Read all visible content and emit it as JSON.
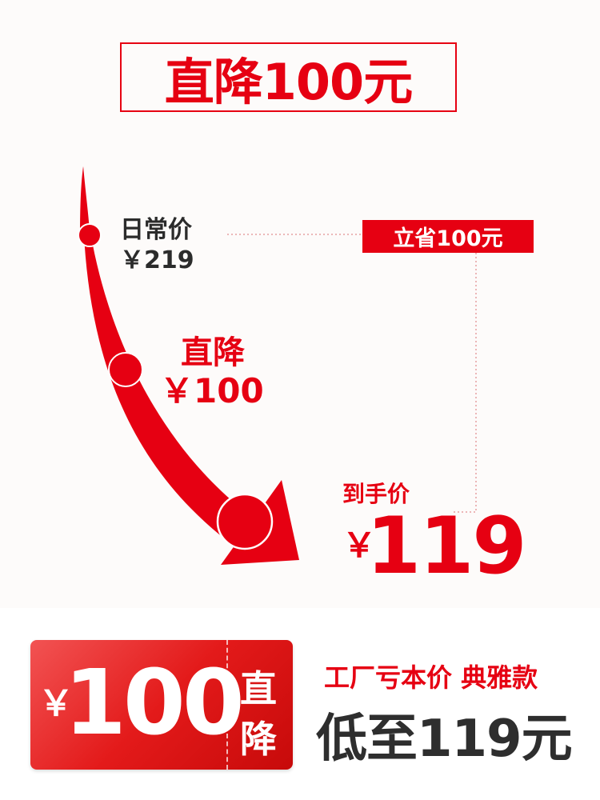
{
  "headline": "直降100元",
  "regular": {
    "label": "日常价",
    "price": "￥219"
  },
  "drop": {
    "label": "直降",
    "amount": "￥100"
  },
  "save_tag": "立省100元",
  "final": {
    "label": "到手价",
    "currency": "￥",
    "amount": "119"
  },
  "badge": {
    "currency": "￥",
    "amount": "100",
    "side_1": "直",
    "side_2": "降"
  },
  "promo": {
    "line": "工厂亏本价 典雅款",
    "main": "低至119元"
  },
  "colors": {
    "accent": "#e60012",
    "text_dark": "#2b2b2b",
    "background": "#fdfbfa"
  }
}
